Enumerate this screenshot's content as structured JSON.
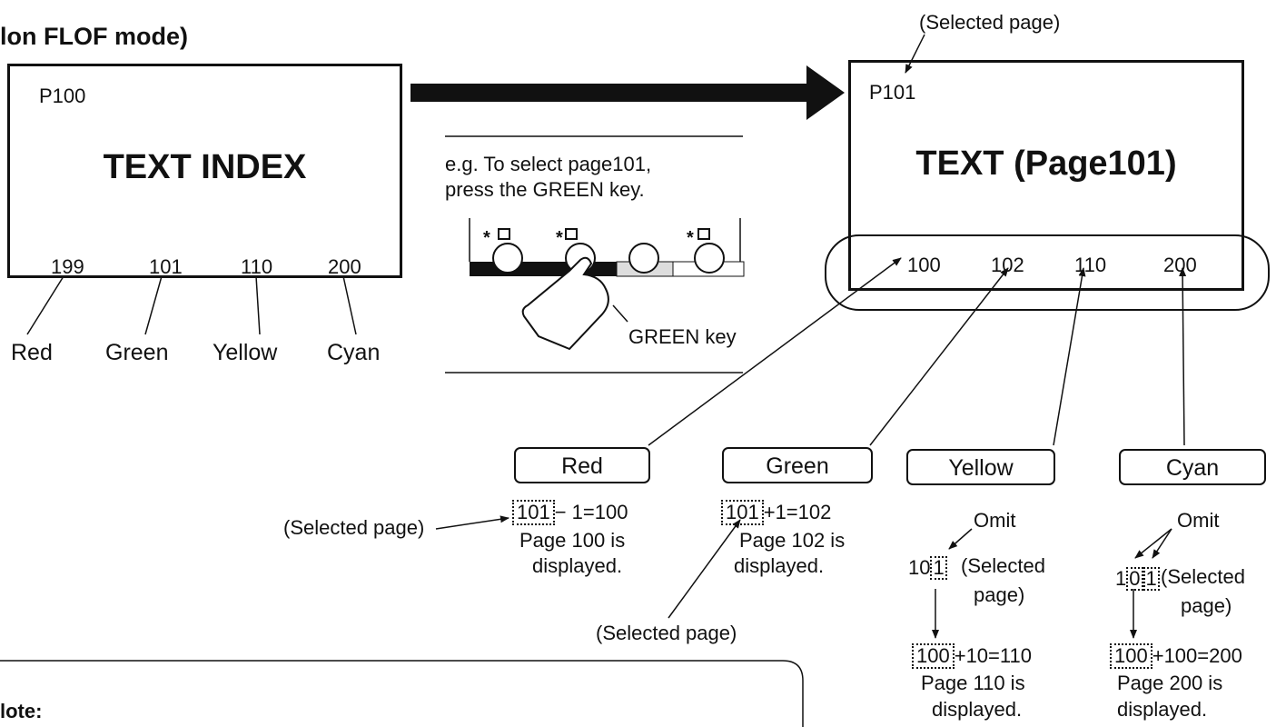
{
  "section_title": "lon FLOF mode)",
  "left_screen": {
    "page": "P100",
    "title": "TEXT INDEX",
    "numbers": [
      "199",
      "101",
      "110",
      "200"
    ],
    "colors": [
      "Red",
      "Green",
      "Yellow",
      "Cyan"
    ]
  },
  "example": {
    "line1": "e.g.   To   select   page101,",
    "line2": "press the GREEN key.",
    "key_label": "GREEN key",
    "star_icons": [
      "*",
      "*",
      "*"
    ]
  },
  "right_screen": {
    "caption": "(Selected page)",
    "page": "P101",
    "title": "TEXT (Page101)",
    "numbers": [
      "100",
      "102",
      "110",
      "200"
    ]
  },
  "labels": {
    "red": "Red",
    "green": "Green",
    "yellow": "Yellow",
    "cyan": "Cyan"
  },
  "red_calc": {
    "selected": "(Selected page)",
    "value": "101",
    "expr": "− 1=100",
    "line2": "Page 100 is",
    "line3": "displayed."
  },
  "green_calc": {
    "value": "101",
    "expr": "+1=102",
    "line2": "Page 102 is",
    "line3": "displayed.",
    "selected": "(Selected page)"
  },
  "yellow_calc": {
    "omit": "Omit",
    "prefix": "10",
    "digit": "1",
    "selected_a": "(Selected",
    "selected_b": "page)",
    "value": "100",
    "expr": "+10=110",
    "line2": "Page 110 is",
    "line3": "displayed."
  },
  "cyan_calc": {
    "omit": "Omit",
    "prefix": "1",
    "digit_a": "0",
    "digit_b": "1",
    "selected_a": "(Selected",
    "selected_b": "page)",
    "value": "100",
    "expr": "+100=200",
    "line2": "Page 200 is",
    "line3": "displayed."
  },
  "note": {
    "title": "lote:"
  }
}
